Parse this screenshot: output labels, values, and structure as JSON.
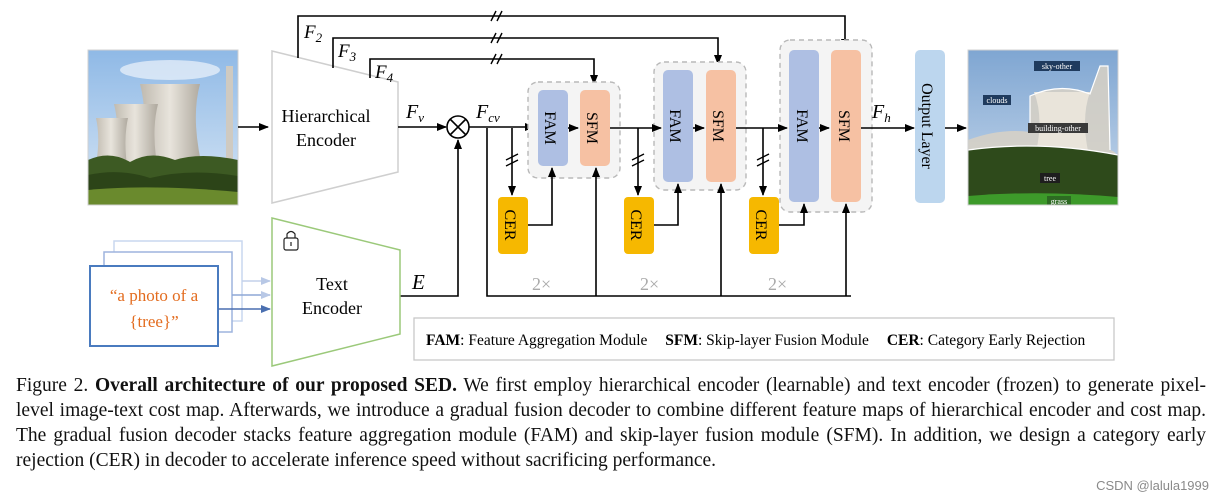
{
  "diagram": {
    "hierarchical_encoder": [
      "Hierarchical",
      "Encoder"
    ],
    "text_encoder": [
      "Text",
      "Encoder"
    ],
    "prompt": [
      "“a photo of a",
      "{tree}”"
    ],
    "labels": {
      "f2": "ℱ₂",
      "f3": "ℱ₃",
      "f4": "ℱ₄",
      "fv": "ℱ",
      "fv_sub": "v",
      "fcv": "ℱ",
      "fcv_sub": "cv",
      "fh": "ℱ",
      "fh_sub": "h",
      "e": "E",
      "repeat": "2×",
      "f2_script": "F",
      "f2_sub": "2",
      "f3_sub": "3",
      "f4_sub": "4"
    },
    "modules": {
      "fam": "FAM",
      "sfm": "SFM",
      "cer": "CER",
      "output": "Output Layer"
    },
    "output_tags": [
      "sky-other",
      "clouds",
      "building-other",
      "tree",
      "grass"
    ],
    "legend": {
      "fam_key": "FAM",
      "fam_desc": ": Feature Aggregation Module",
      "sfm_key": "SFM",
      "sfm_desc": ": Skip-layer Fusion Module",
      "cer_key": "CER",
      "cer_desc": ": Category Early Rejection"
    },
    "colors": {
      "fam": "#aebfe3",
      "sfm": "#f6c1a3",
      "cer": "#f6b800",
      "output": "#bcd6ee",
      "prompt_text": "#e36c1f",
      "prompt_border": "#4a7bbf",
      "text_encoder_border": "#9bc97a",
      "repeat_text": "#aaaaaa"
    }
  },
  "caption": {
    "figure": "Figure 2.",
    "title": "Overall architecture of our proposed SED.",
    "body": " We first employ hierarchical encoder (learnable) and text encoder (frozen) to generate pixel-level image-text cost map. Afterwards, we introduce a gradual fusion decoder to combine different feature maps of hierarchical encoder and cost map. The gradual fusion decoder stacks feature aggregation module (FAM) and skip-layer fusion module (SFM). In addition, we design a category early rejection (CER) in decoder to accelerate inference speed without sacrificing performance."
  },
  "watermark": "CSDN @lalula1999"
}
